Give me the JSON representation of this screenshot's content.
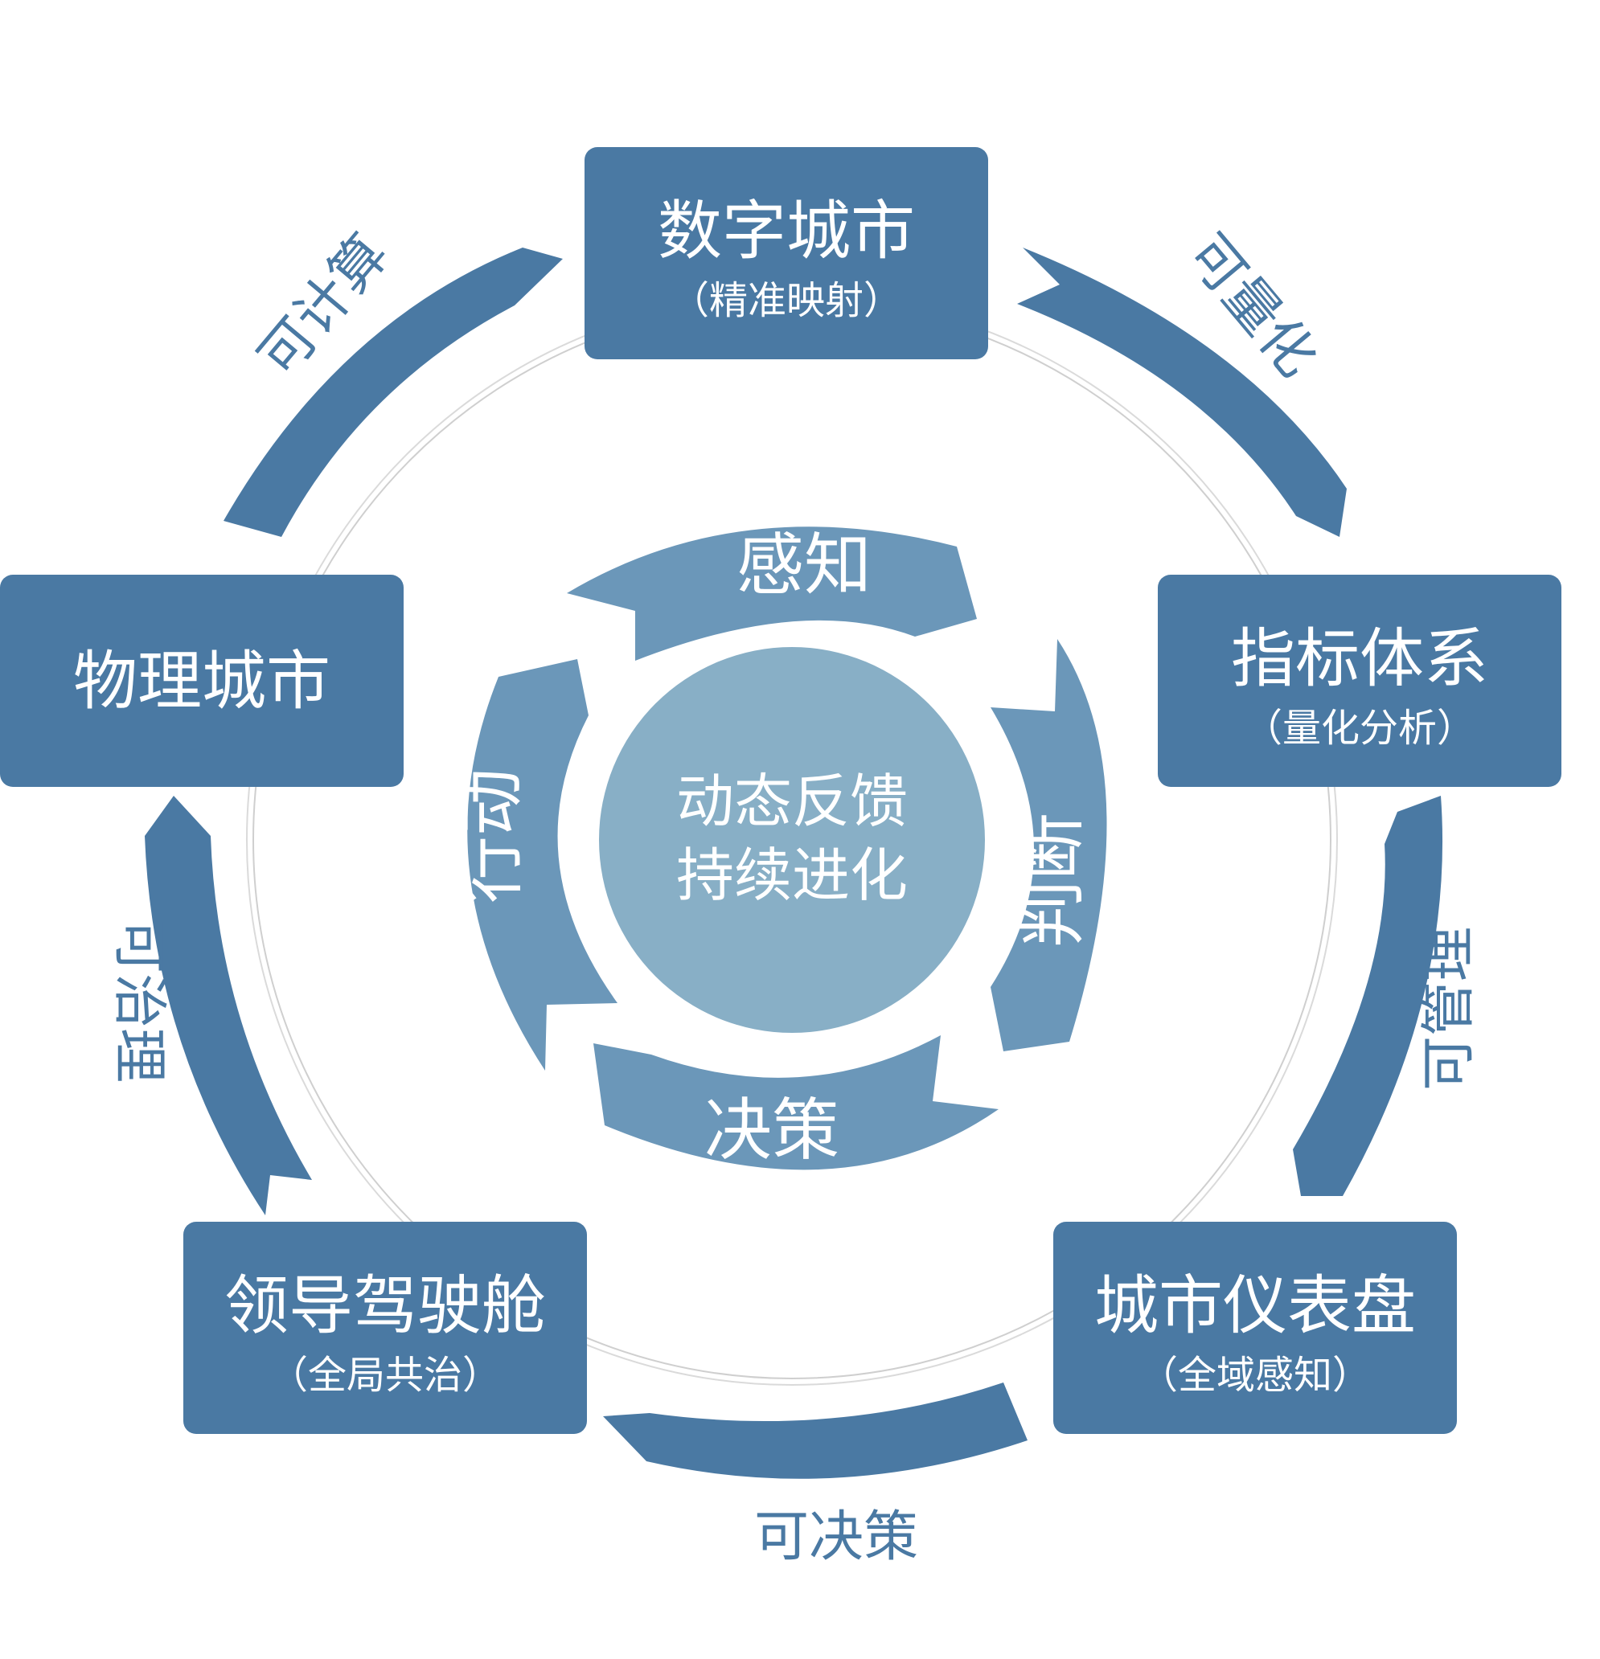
{
  "center": {
    "line1": "动态反馈",
    "line2": "持续进化"
  },
  "inner_cycle": [
    "感知",
    "判断",
    "决策",
    "行动"
  ],
  "nodes": {
    "digital_city": {
      "title": "数字城市",
      "subtitle": "（精准映射）"
    },
    "indicator_system": {
      "title": "指标体系",
      "subtitle": "（量化分析）"
    },
    "city_dashboard": {
      "title": "城市仪表盘",
      "subtitle": "（全域感知）"
    },
    "leader_cockpit": {
      "title": "领导驾驶舱",
      "subtitle": "（全局共治）"
    },
    "physical_city": {
      "title": "物理城市",
      "subtitle": ""
    }
  },
  "outer_labels": {
    "top_left": "可计算",
    "top_right": "可量化",
    "right": "可管理",
    "bottom": "可决策",
    "left": "可治理"
  },
  "colors": {
    "node_fill": "#4a79a3",
    "outer_arrow": "#4a79a3",
    "inner_arrow": "#6b97b9",
    "center_fill": "#88afc6",
    "ring": "#c8c8c8"
  }
}
